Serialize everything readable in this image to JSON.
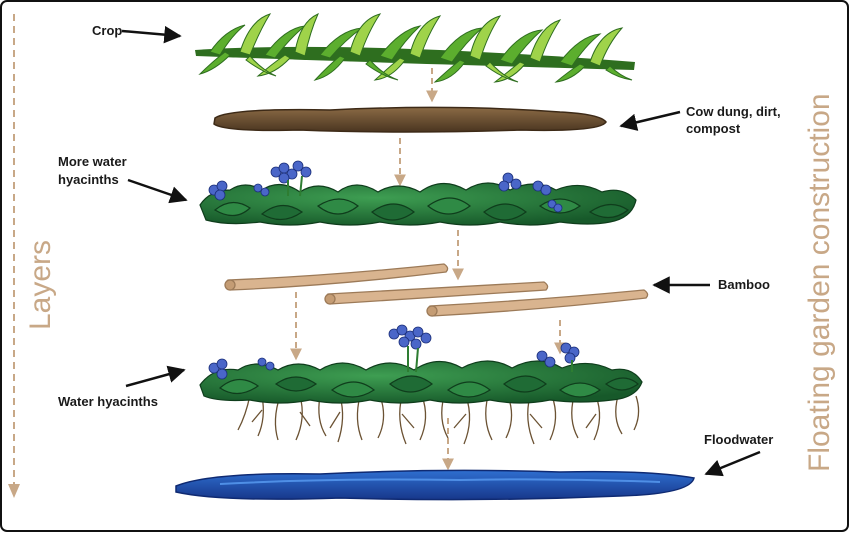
{
  "title": "Floating garden construction",
  "axis_label": "Layers",
  "labels": {
    "crop": "Crop",
    "cow_dung_1": "Cow dung, dirt,",
    "cow_dung_2": "compost",
    "more_hyacinths_1": "More water",
    "more_hyacinths_2": "hyacinths",
    "bamboo": "Bamboo",
    "water_hyacinths": "Water hyacinths",
    "floodwater": "Floodwater"
  },
  "colors": {
    "accent": "#c8a887",
    "frame": "#111111",
    "leaf_dark": "#1f6b35",
    "leaf_mid": "#2f8a45",
    "crop_green": "#5cae2e",
    "crop_light": "#9fd34a",
    "soil": "#5a4127",
    "soil_light": "#8a6a45",
    "bamboo": "#d9b48f",
    "bamboo_edge": "#9c7a58",
    "flower": "#4a66c8",
    "water_dark": "#1a3f9c",
    "water_light": "#2f6fd0",
    "root": "#6b5233"
  },
  "layers": [
    {
      "name": "crop",
      "icon": "crop-plants-icon"
    },
    {
      "name": "soil",
      "icon": "soil-layer-icon"
    },
    {
      "name": "more-water-hyacinths",
      "icon": "water-hyacinth-icon"
    },
    {
      "name": "bamboo",
      "icon": "bamboo-poles-icon"
    },
    {
      "name": "water-hyacinths",
      "icon": "water-hyacinth-roots-icon"
    },
    {
      "name": "floodwater",
      "icon": "floodwater-icon"
    }
  ]
}
